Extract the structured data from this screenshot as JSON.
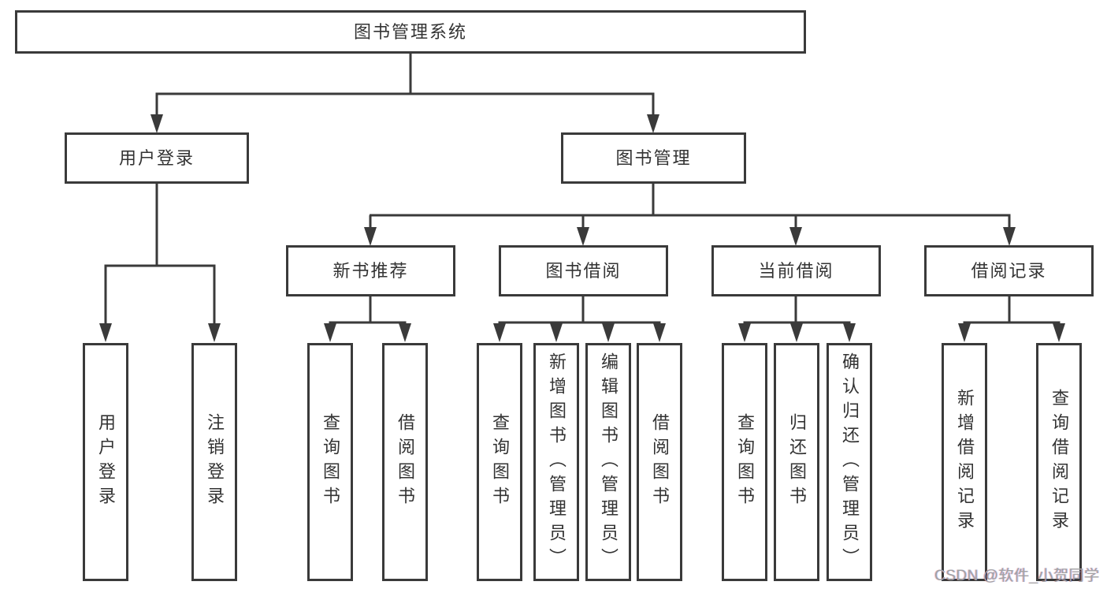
{
  "diagram": {
    "type": "hierarchy-tree",
    "root": "图书管理系统",
    "level2": [
      "用户登录",
      "图书管理"
    ],
    "level3": [
      "新书推荐",
      "图书借阅",
      "当前借阅",
      "借阅记录"
    ],
    "level4_groups": {
      "under_user_login": [
        "用户登录",
        "注销登录"
      ],
      "under_new_book": [
        "查询图书",
        "借阅图书"
      ],
      "under_book_borrow": [
        "查询图书",
        "新增图书（管理员）",
        "编辑图书（管理员）",
        "借阅图书"
      ],
      "under_current_borrow": [
        "查询图书",
        "归还图书",
        "确认归还（管理员）"
      ],
      "under_borrow_records": [
        "新增借阅记录",
        "查询借阅记录"
      ]
    }
  },
  "colors": {
    "line": "#3a3a3a",
    "box_border": "#3a3a3a",
    "box_fill": "#ffffff",
    "label_text": "#333333",
    "watermark_text": "#a3a3a3"
  },
  "watermark": {
    "text": "CSDN @软件_小贺同学"
  }
}
